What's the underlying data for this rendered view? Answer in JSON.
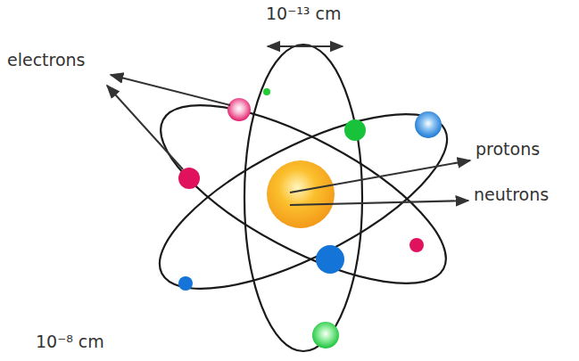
{
  "diagram": {
    "labels": [
      "10⁻¹³ cm",
      "electrons",
      "protons",
      "neutrons",
      "10⁻⁸ cm"
    ]
  }
}
